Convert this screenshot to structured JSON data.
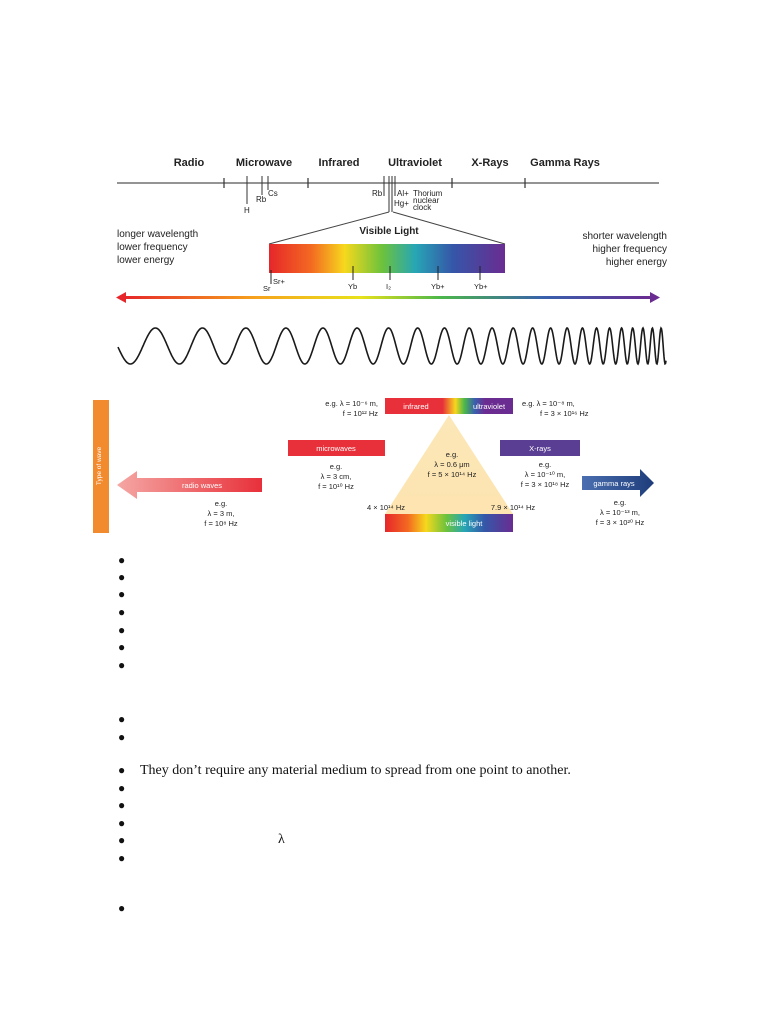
{
  "spectrum": {
    "bands": [
      "Radio",
      "Microwave",
      "Infrared",
      "Ultraviolet",
      "X-Rays",
      "Gamma Rays"
    ],
    "markers_top": [
      "H",
      "Rb",
      "Cs",
      "Rb",
      "Al+",
      "Hg+",
      "Thorium",
      "nuclear",
      "clock"
    ],
    "visible_label": "Visible Light",
    "markers_visible": [
      "Sr+",
      "Sr",
      "Yb",
      "I₂",
      "Yb+",
      "Yb+"
    ],
    "left_text": [
      "longer wavelength",
      "lower frequency",
      "lower energy"
    ],
    "right_text": [
      "shorter wavelength",
      "higher frequency",
      "higher energy"
    ]
  },
  "types_figure": {
    "side_label": "Type of wave",
    "infrared": "infrared",
    "ultraviolet": "ultraviolet",
    "ir_example": [
      "e.g. λ = 10⁻⁶ m,",
      "f = 10¹² Hz"
    ],
    "uv_example": [
      "e.g. λ = 10⁻⁸ m,",
      "f = 3 × 10¹⁶ Hz"
    ],
    "microwaves": "microwaves",
    "mw_example": [
      "e.g.",
      "λ = 3 cm,",
      "f = 10¹⁰ Hz"
    ],
    "xrays": "X-rays",
    "xr_example": [
      "e.g.",
      "λ = 10⁻¹⁰ m,",
      "f = 3 × 10¹⁸ Hz"
    ],
    "radio": "radio waves",
    "radio_example": [
      "e.g.",
      "λ = 3 m,",
      "f = 10⁸ Hz"
    ],
    "gamma": "gamma rays",
    "gamma_example": [
      "e.g.",
      "λ = 10⁻¹³ m,",
      "f = 3 × 10²⁰ Hz"
    ],
    "visible_example": [
      "e.g.",
      "λ = 0.6 μm",
      "f = 5 × 10¹⁴ Hz"
    ],
    "vis_low": "4 × 10¹⁴ Hz",
    "vis_high": "7.9 × 10¹⁴ Hz",
    "visible": "visible light"
  },
  "bullets": [
    {
      "text": ""
    },
    {
      "text": ""
    },
    {
      "text": ""
    },
    {
      "text": ""
    },
    {
      "text": ""
    },
    {
      "text": ""
    },
    {
      "text": ""
    },
    {
      "text": ""
    },
    {
      "text": ""
    },
    {
      "text": "They don’t require any material medium to spread from one point to another."
    },
    {
      "text": ""
    },
    {
      "text": ""
    },
    {
      "text": ""
    },
    {
      "text": "",
      "symbol": "λ"
    },
    {
      "text": ""
    },
    {
      "text": ""
    }
  ],
  "colors": {
    "orange_bar": "#f28a2e",
    "red": "#e8303a",
    "purple": "#6a2c91",
    "navy": "#2a4b8d"
  }
}
